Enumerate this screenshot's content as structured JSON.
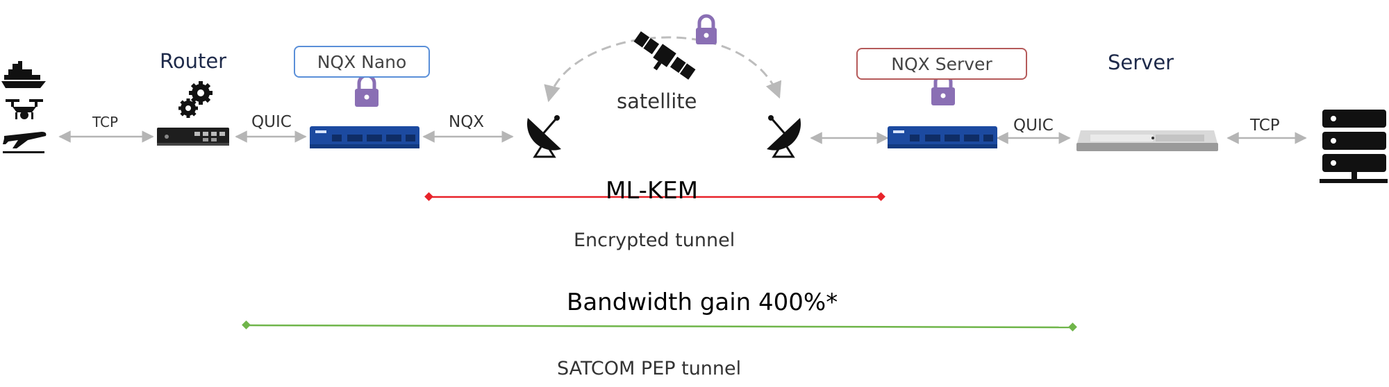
{
  "nodes": {
    "router_label": "Router",
    "server_label": "Server",
    "nqx_nano_label": "NQX Nano",
    "nqx_server_label": "NQX Server",
    "satellite_label": "satellite"
  },
  "links": {
    "tcp_left": "TCP",
    "quic_left": "QUIC",
    "nqx": "NQX",
    "quic_right": "QUIC",
    "tcp_right": "TCP"
  },
  "tunnels": {
    "mlkem_title": "ML-KEM",
    "mlkem_subtitle": "Encrypted tunnel",
    "bandwidth_gain": "Bandwidth gain 400%*",
    "satcom_label": "SATCOM PEP tunnel"
  },
  "colors": {
    "mlkem_line": "#e8232a",
    "satcom_line": "#6fb54a",
    "lock": "#8a6fb4",
    "nqx_nano_border": "#5a8fd8",
    "nqx_server_border": "#b55a5a",
    "appliance": "#1c4aa0",
    "arrow": "#b5b5b5"
  },
  "icons": [
    "ship-icon",
    "drone-icon",
    "airplane-icon",
    "gears-icon",
    "lock-icon",
    "satellite-icon",
    "satellite-dish-icon",
    "server-rack-icon"
  ]
}
